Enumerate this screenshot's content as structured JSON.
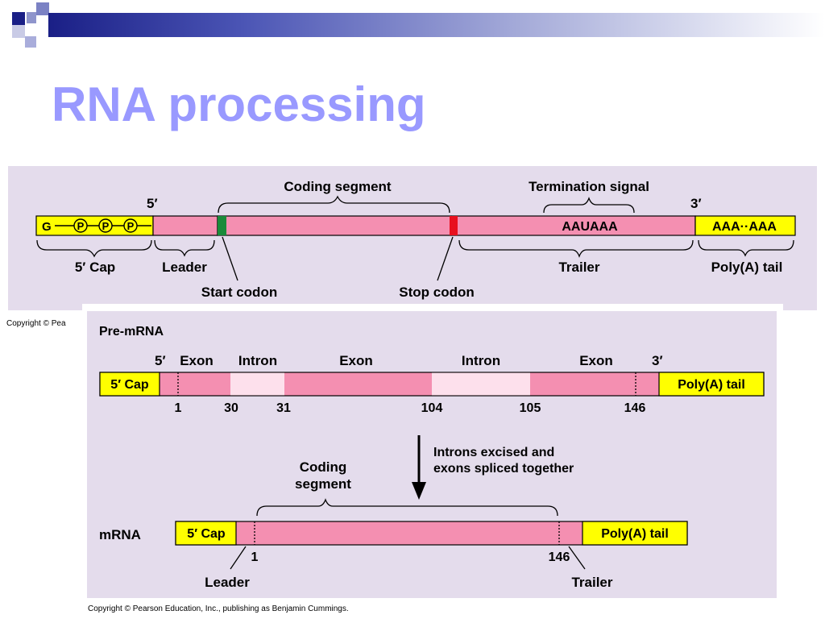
{
  "slide": {
    "title": "RNA processing",
    "copyright_top": "Copyright © Pea",
    "copyright_bottom": "Copyright © Pearson Education, Inc., publishing as Benjamin Cummings."
  },
  "fig_top": {
    "cap_label": "G",
    "phosphate": "P",
    "end5": "5′",
    "end3": "3′",
    "coding_segment": "Coding segment",
    "termination_signal": "Termination signal",
    "signal_seq": "AAUAAA",
    "polya_seq": "AAA··AAA",
    "cap_region": "5′ Cap",
    "leader": "Leader",
    "trailer": "Trailer",
    "polya_region": "Poly(A) tail",
    "start_codon": "Start codon",
    "stop_codon": "Stop codon"
  },
  "fig_bottom": {
    "premrna_heading": "Pre-mRNA",
    "end5": "5′",
    "end3": "3′",
    "exon1": "Exon",
    "intron1": "Intron",
    "exon2": "Exon",
    "intron2": "Intron",
    "exon3": "Exon",
    "cap": "5′ Cap",
    "polya": "Poly(A) tail",
    "pos1": "1",
    "pos30": "30",
    "pos31": "31",
    "pos104": "104",
    "pos105": "105",
    "pos146": "146",
    "arrow_note_line1": "Introns excised and",
    "arrow_note_line2": "exons spliced together",
    "coding_line1": "Coding",
    "coding_line2": "segment",
    "mrna_heading": "mRNA",
    "mrna_cap": "5′ Cap",
    "mrna_polya": "Poly(A) tail",
    "mrna_pos1": "1",
    "mrna_pos146": "146",
    "leader": "Leader",
    "trailer": "Trailer"
  },
  "colors": {
    "title": "#9999ff",
    "panel_bg": "#e4dcec",
    "rna_pink": "#f48fb1",
    "intron_pink": "#fde0ec",
    "cap_yellow": "#ffff00",
    "start_codon": "#1a8a3a",
    "stop_codon": "#e8101e"
  }
}
